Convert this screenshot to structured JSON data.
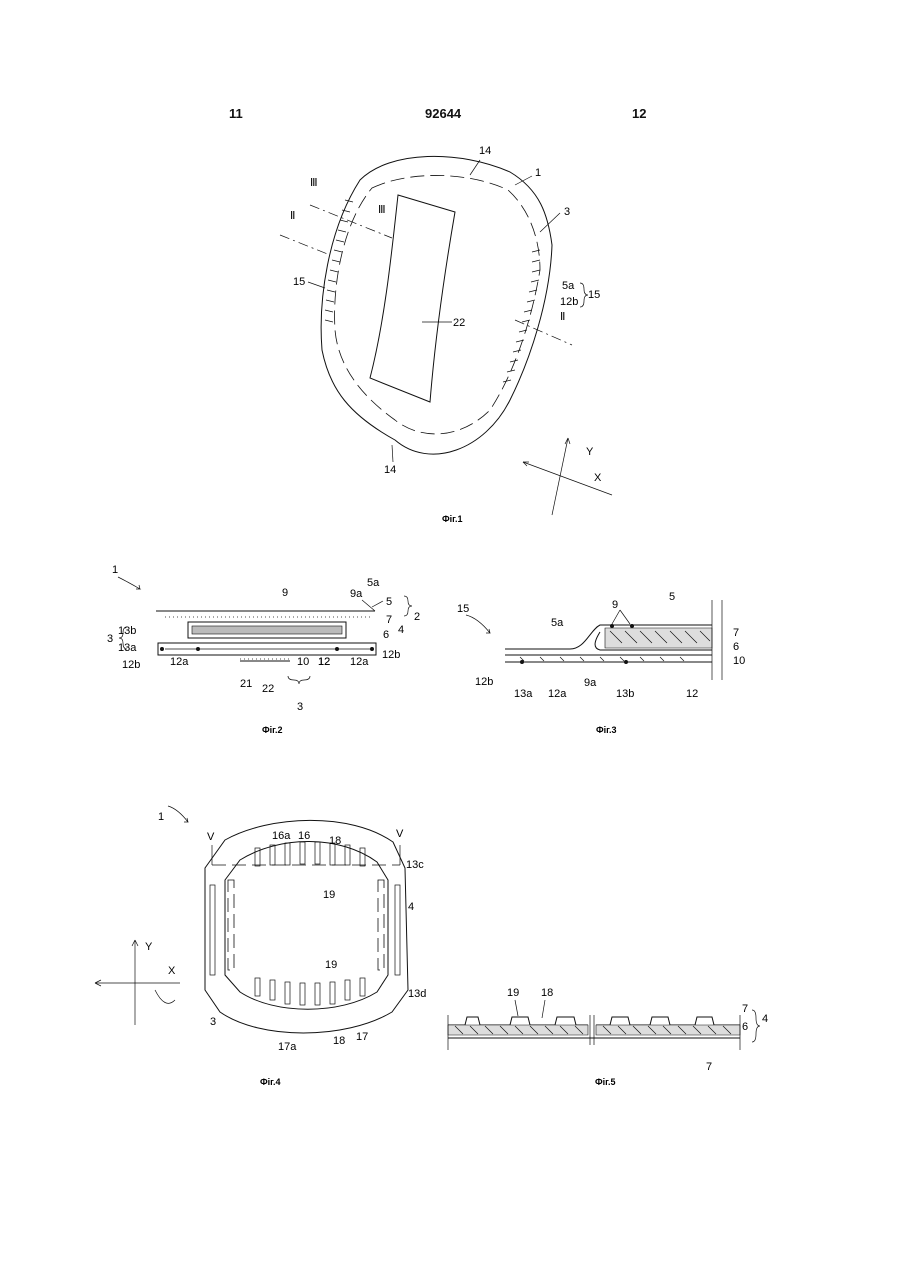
{
  "header": {
    "left": "11",
    "center": "92644",
    "right": "12"
  },
  "figures": {
    "fig1": {
      "caption": "Фіг.1",
      "labels": [
        "14",
        "1",
        "3",
        "Ⅲ",
        "Ⅲ",
        "Ⅱ",
        "15",
        "5a",
        "12b",
        "15",
        "22",
        "Ⅱ",
        "14",
        "Y",
        "X"
      ]
    },
    "fig2": {
      "caption": "Фіг.2",
      "labels": [
        "1",
        "9",
        "9a",
        "5a",
        "5",
        "2",
        "7",
        "4",
        "6",
        "3",
        "13b",
        "13a",
        "12b",
        "12a",
        "12",
        "10",
        "12",
        "12a",
        "12b",
        "21",
        "22",
        "3"
      ]
    },
    "fig3": {
      "caption": "Фіг.3",
      "labels": [
        "15",
        "9",
        "5",
        "7",
        "6",
        "10",
        "5a",
        "12b",
        "13a",
        "12a",
        "9a",
        "13b",
        "12"
      ]
    },
    "fig4": {
      "caption": "Фіг.4",
      "labels": [
        "1",
        "V",
        "16a",
        "16",
        "18",
        "V",
        "13c",
        "19",
        "4",
        "Y",
        "X",
        "19",
        "13d",
        "3",
        "17a",
        "18",
        "17"
      ]
    },
    "fig5": {
      "caption": "Фіг.5",
      "labels": [
        "19",
        "18",
        "7",
        "6",
        "4",
        "7"
      ]
    }
  }
}
